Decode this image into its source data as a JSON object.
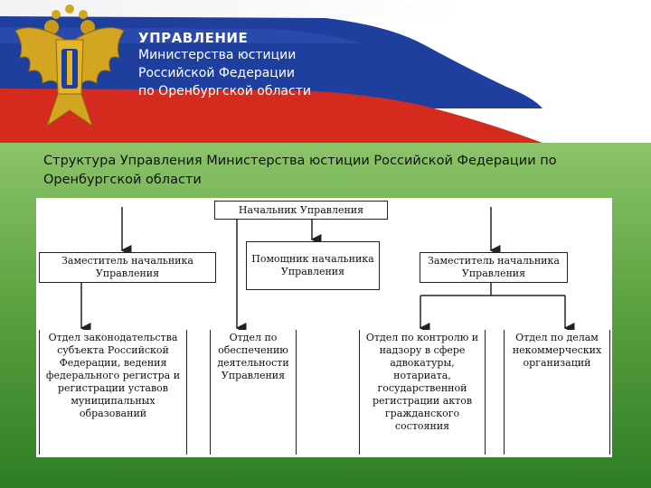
{
  "header": {
    "title": "УПРАВЛЕНИЕ",
    "line1": "Министерства юстиции",
    "line2": "Российской Федерации",
    "line3": "по Оренбургской области"
  },
  "colors": {
    "flag_white": "#ffffff",
    "flag_blue": "#1f3f9e",
    "flag_red": "#d52b1e",
    "slide_green": "#5da342",
    "emblem_gold": "#d4a520"
  },
  "icons": [
    "double-headed-eagle-emblem"
  ],
  "slide": {
    "title": "Структура Управления Министерства юстиции Российской Федерации по Оренбургской области"
  },
  "chart": {
    "head": "Начальник Управления",
    "deputy_left": "Заместитель начальника Управления",
    "assistant": "Помощник начальника Управления",
    "deputy_right": "Заместитель начальника Управления",
    "dept_legislation": "Отдел законодательства субъекта Российской Федерации, ведения федерального регистра и регистрации уставов муниципальных образований",
    "dept_support": "Отдел по обеспечению деятельности Управления",
    "dept_control": "Отдел по контролю и надзору в сфере адвокатуры, нотариата, государственной регистрации актов гражданского состояния",
    "dept_nonprofit": "Отдел по делам некоммерческих организаций"
  }
}
